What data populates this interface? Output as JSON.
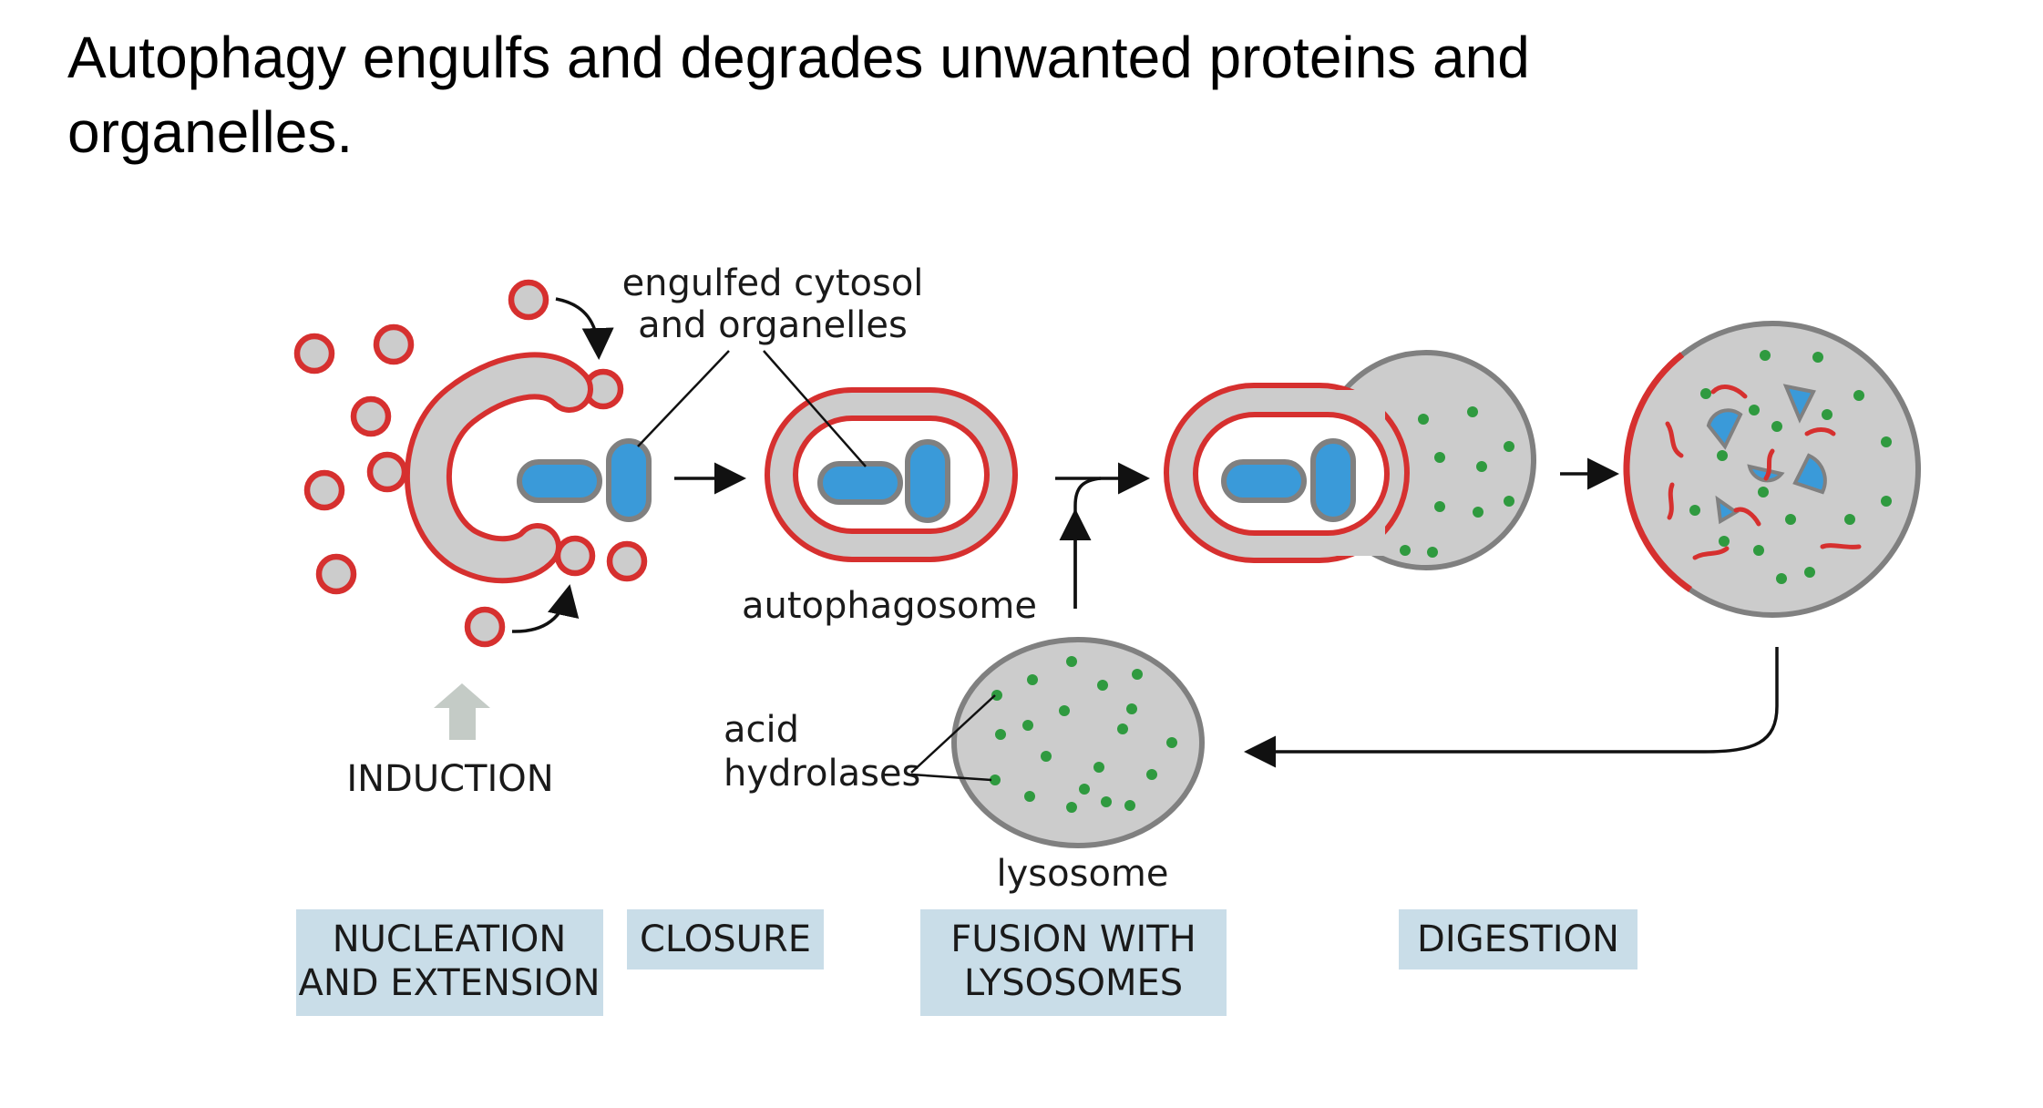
{
  "title": {
    "line1": "Autophagy engulfs and degrades unwanted proteins and",
    "line2": "organelles."
  },
  "labels": {
    "engulfed_line1": "engulfed cytosol",
    "engulfed_line2": "and organelles",
    "autophagosome": "autophagosome",
    "acid_line1": "acid",
    "acid_line2": "hydrolases",
    "lysosome": "lysosome",
    "induction": "INDUCTION"
  },
  "stages": [
    {
      "line1": "NUCLEATION",
      "line2": "AND EXTENSION"
    },
    {
      "line1": "CLOSURE",
      "line2": ""
    },
    {
      "line1": "FUSION WITH",
      "line2": "LYSOSOMES"
    },
    {
      "line1": "DIGESTION",
      "line2": ""
    }
  ],
  "colors": {
    "membrane_red": "#d6302f",
    "lumen_gray": "#cccccc",
    "outline_gray": "#808080",
    "organelle_blue": "#3a9ad9",
    "hydrolase_green": "#2f9a3f",
    "stage_box": "#c9dde8",
    "induction_arrow": "#c4cbc6"
  }
}
